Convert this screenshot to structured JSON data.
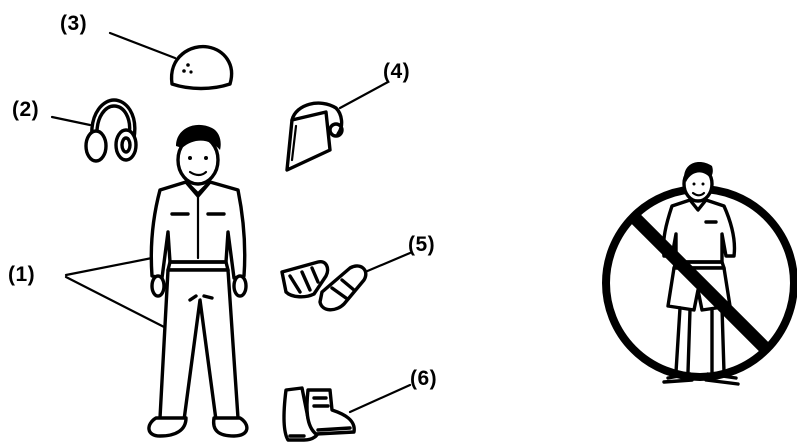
{
  "labels": {
    "clothing": "(1)",
    "ear_protection": "(2)",
    "hard_hat": "(3)",
    "face_shield": "(4)",
    "gloves": "(5)",
    "safety_boots": "(6)"
  },
  "icons": {
    "hard_hat": "hard-hat-icon",
    "ear_protection": "earmuffs-icon",
    "face_shield": "face-shield-icon",
    "gloves": "gloves-icon",
    "safety_boots": "safety-boots-icon",
    "prohibited": "prohibited-icon"
  },
  "colors": {
    "ink": "#000000",
    "background": "#ffffff"
  }
}
